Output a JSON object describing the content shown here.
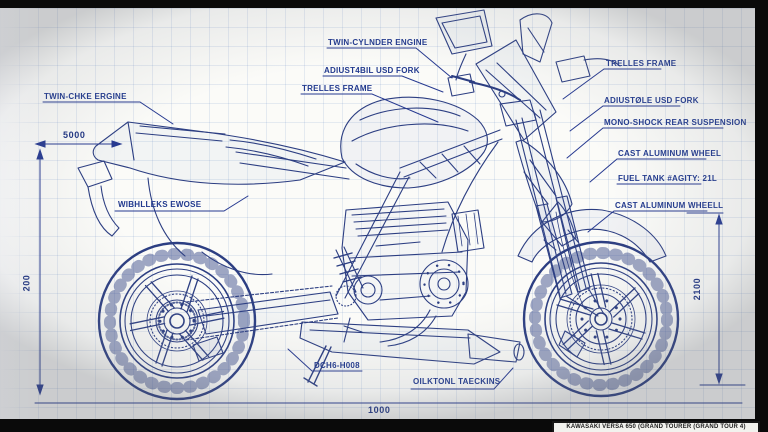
{
  "drawing": {
    "subject": "motorcycle-blueprint",
    "caption": "KAWASAKI VERSA 650 (GRAND TOURER (GRAND TOUR 4)"
  },
  "colors": {
    "ink": "#2c3e82",
    "label": "#21398e",
    "paper": "#fbfbf8",
    "grid": "rgba(108,140,200,0.16)",
    "bar": "#0a0a0a"
  },
  "callouts": [
    {
      "id": "left-engine",
      "text": "TWIN-CHKE ERGINE"
    },
    {
      "id": "center-engine",
      "text": "TWIN-CYLNDER ENGINE"
    },
    {
      "id": "center-fork",
      "text": "ADIUST4BIL USD FORK"
    },
    {
      "id": "center-frame",
      "text": "TRELLES FRAME"
    },
    {
      "id": "right-frame",
      "text": "TRELLES FRAME"
    },
    {
      "id": "right-fork",
      "text": "ADIUSTØLE USD FORK"
    },
    {
      "id": "right-monoshock",
      "text": "MONO-SHOCK REAR SUSPENSION"
    },
    {
      "id": "right-front-wheel",
      "text": "CAST ALUMINUM WHEEL"
    },
    {
      "id": "right-fuel-tank",
      "text": "FUEL TANK #AGITY: 21L"
    },
    {
      "id": "right-rear-wheel",
      "text": "CAST ALUMINUM WHEELL"
    },
    {
      "id": "left-wheelbase",
      "text": "WIBHLLEKS EWOSE"
    },
    {
      "id": "bottom-part-code",
      "text": "DCH6-H008"
    },
    {
      "id": "bottom-traction",
      "text": "OILKTONL TAECKINS"
    }
  ],
  "dimensions": {
    "top_left": "5000",
    "left_height": "200",
    "bottom_length": "1000",
    "right_height": "2100"
  }
}
